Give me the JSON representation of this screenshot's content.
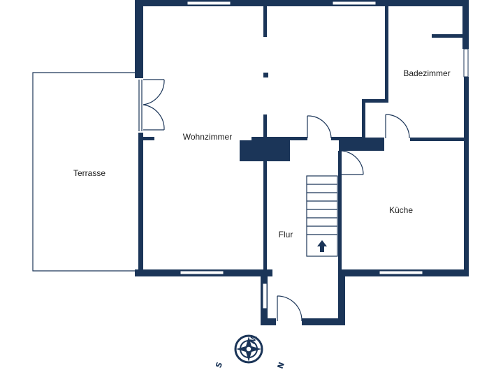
{
  "rooms": {
    "terrasse": "Terrasse",
    "wohnzimmer": "Wohnzimmer",
    "badezimmer": "Badezimmer",
    "kueche": "Küche",
    "flur": "Flur"
  },
  "compass": {
    "west": "W",
    "south": "S",
    "north": "N"
  },
  "colors": {
    "wall": "#1b3558",
    "background": "#ffffff"
  }
}
